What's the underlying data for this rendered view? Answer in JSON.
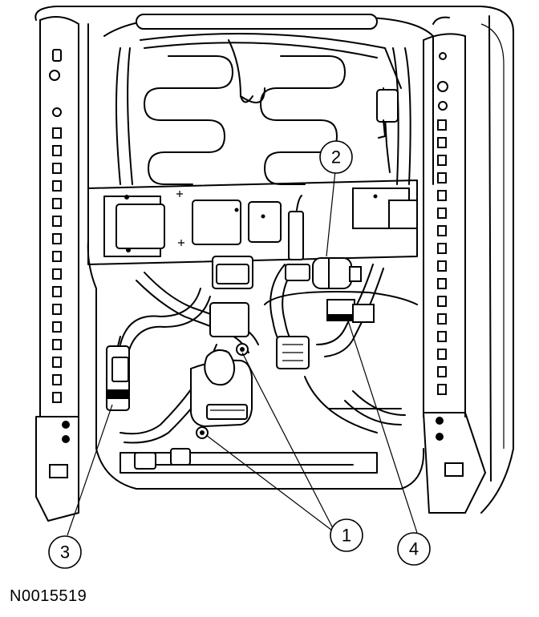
{
  "figure_id": "N0015519",
  "callouts": [
    "1",
    "2",
    "3",
    "4"
  ]
}
